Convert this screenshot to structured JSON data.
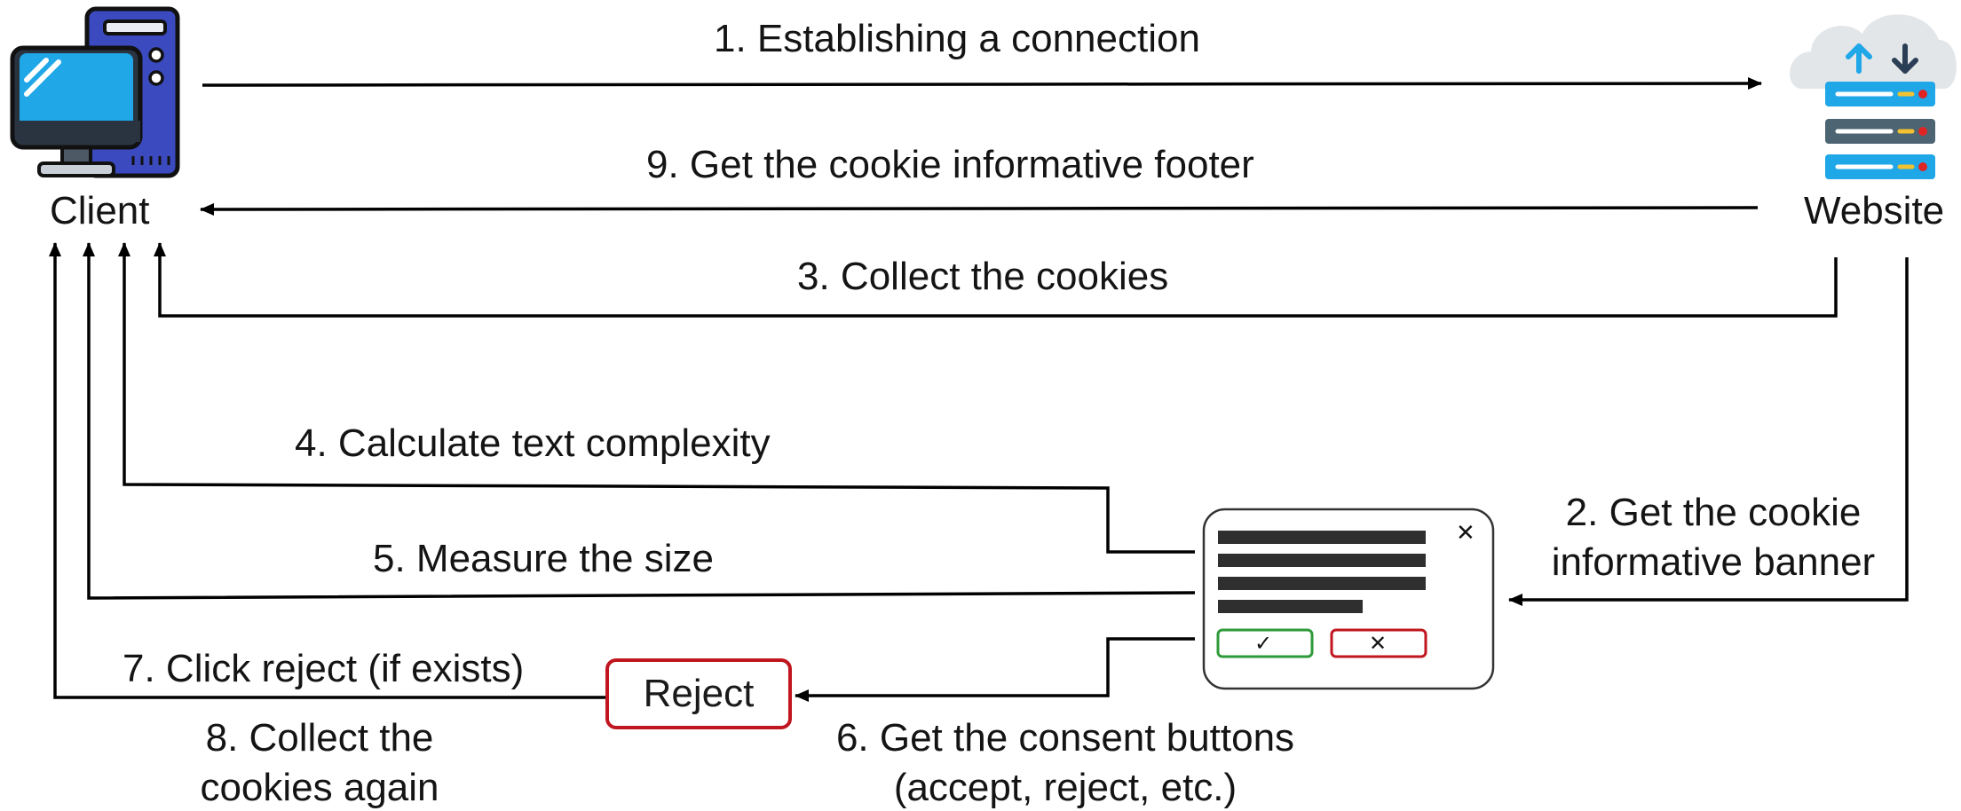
{
  "nodes": {
    "client": {
      "label": "Client",
      "icon": "desktop-computer-icon"
    },
    "website": {
      "label": "Website",
      "icon": "cloud-server-icon"
    },
    "banner": {
      "icon": "cookie-banner-icon",
      "accept_symbol": "✓",
      "reject_symbol": "✕",
      "close_symbol": "✕"
    },
    "reject_button": {
      "label": "Reject"
    }
  },
  "steps": {
    "s1": "1.   Establishing a connection",
    "s2_line1": "2. Get the cookie",
    "s2_line2": "informative banner",
    "s3": "3. Collect the cookies",
    "s4": "4. Calculate text complexity",
    "s5": "5. Measure the size",
    "s6_line1": "6. Get the consent buttons",
    "s6_line2": "(accept, reject, etc.)",
    "s7": "7. Click reject (if exists)",
    "s8_line1": "8. Collect the",
    "s8_line2": "cookies again",
    "s9": "9. Get the cookie informative footer"
  },
  "colors": {
    "arrow": "#000000",
    "reject_border": "#c0161f",
    "accept_border": "#2e9a3a",
    "monitor_blue": "#1fa7e8",
    "tower_blue": "#3b4bbf",
    "server_blue": "#1fa7e8",
    "server_gray": "#4d6473",
    "cloud": "#e3e6e9"
  }
}
